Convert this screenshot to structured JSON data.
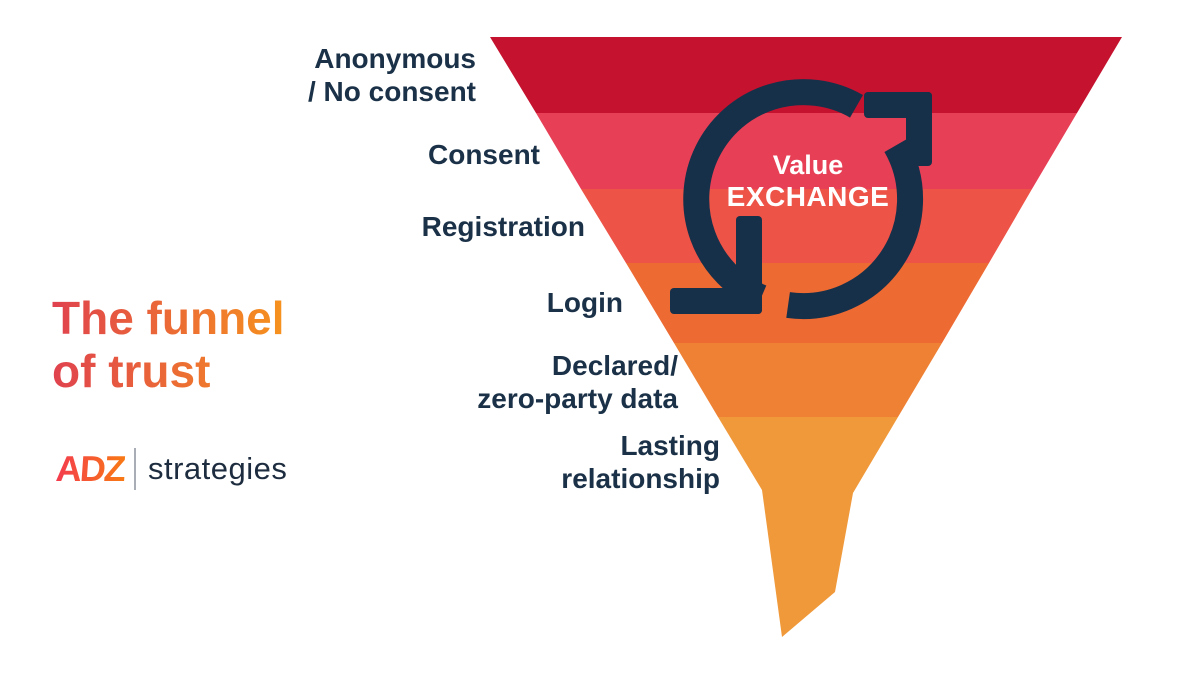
{
  "page": {
    "background": "#FFFFFF"
  },
  "title": {
    "line1": "The funnel",
    "line2": "of trust",
    "gradient_start": "#E0424E",
    "gradient_end": "#F6921D"
  },
  "logo": {
    "mark": "ADZ",
    "name": "strategies",
    "mark_gradient_start": "#F43B4E",
    "mark_gradient_end": "#F9820C",
    "name_color": "#1D2C3F",
    "divider_color": "#A9AEB6"
  },
  "funnel": {
    "label_color": "#1B3147",
    "stages": [
      {
        "lines": [
          "Anonymous",
          "/ No consent"
        ],
        "color": "#C5122F"
      },
      {
        "lines": [
          "Consent"
        ],
        "color": "#E73F55"
      },
      {
        "lines": [
          "Registration"
        ],
        "color": "#EE5347"
      },
      {
        "lines": [
          "Login"
        ],
        "color": "#ED6A33"
      },
      {
        "lines": [
          "Declared/",
          "zero-party data"
        ],
        "color": "#EE8134"
      },
      {
        "lines": [
          "Lasting",
          "relationship"
        ],
        "color": "#F0993A"
      }
    ]
  },
  "cycle": {
    "icon": "sync-arrows-icon",
    "color": "#16304A",
    "text_color": "#FFFFFF",
    "line1": "Value",
    "line2": "EXCHANGE"
  }
}
